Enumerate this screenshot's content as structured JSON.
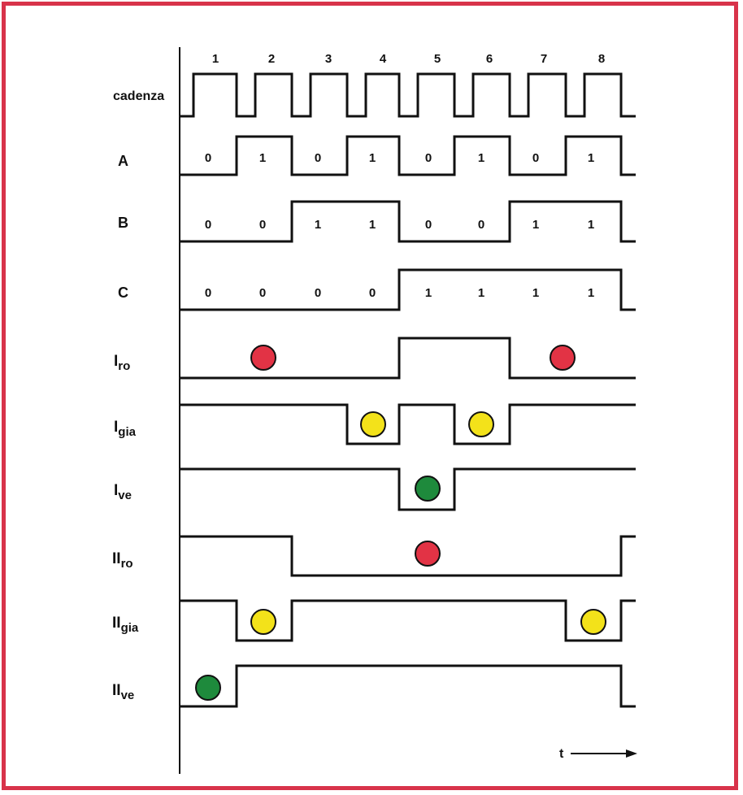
{
  "columns": [
    "1",
    "2",
    "3",
    "4",
    "5",
    "6",
    "7",
    "8"
  ],
  "time_label": "t",
  "signals": [
    {
      "label": "cadenza"
    },
    {
      "label": "A",
      "bits": [
        "0",
        "1",
        "0",
        "1",
        "0",
        "1",
        "0",
        "1"
      ]
    },
    {
      "label": "B",
      "bits": [
        "0",
        "0",
        "1",
        "1",
        "0",
        "0",
        "1",
        "1"
      ]
    },
    {
      "label": "C",
      "bits": [
        "0",
        "0",
        "0",
        "0",
        "1",
        "1",
        "1",
        "1"
      ]
    },
    {
      "main": "I",
      "sub": "ro"
    },
    {
      "main": "I",
      "sub": "gia"
    },
    {
      "main": "I",
      "sub": "ve"
    },
    {
      "main": "II",
      "sub": "ro"
    },
    {
      "main": "II",
      "sub": "gia"
    },
    {
      "main": "II",
      "sub": "ve"
    }
  ],
  "lamps": [
    {
      "signal": "I_ro",
      "color": "red",
      "columns": [
        2,
        7
      ]
    },
    {
      "signal": "I_gia",
      "color": "yellow",
      "columns": [
        4,
        6
      ]
    },
    {
      "signal": "I_ve",
      "color": "green",
      "columns": [
        5
      ]
    },
    {
      "signal": "II_ro",
      "color": "red",
      "columns": [
        5
      ]
    },
    {
      "signal": "II_gia",
      "color": "yellow",
      "columns": [
        2,
        8
      ]
    },
    {
      "signal": "II_ve",
      "color": "green",
      "columns": [
        1
      ]
    }
  ],
  "colors": {
    "frame": "#d8334a",
    "red": "#e23345",
    "yellow": "#f3e21a",
    "green": "#1e8a3c"
  }
}
